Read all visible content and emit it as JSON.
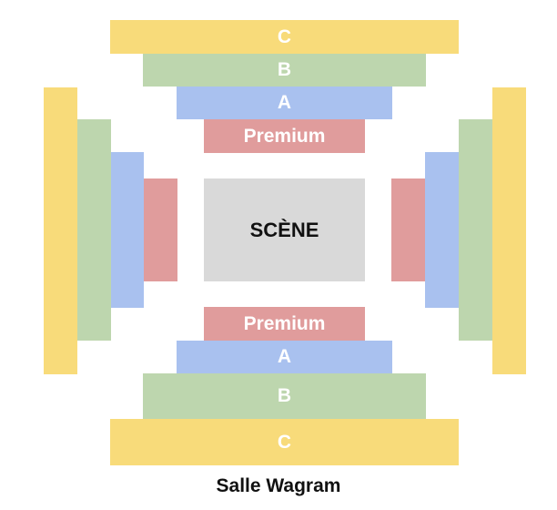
{
  "sections": {
    "c": "C",
    "b": "B",
    "a": "A",
    "premium": "Premium"
  },
  "stage": "SCÈNE",
  "venue_name": "Salle Wagram",
  "colors": {
    "c": "#F8DB7A",
    "b": "#BDD6AE",
    "a": "#A9C1EF",
    "premium": "#E09C9C",
    "stage": "#D9D9D9"
  }
}
